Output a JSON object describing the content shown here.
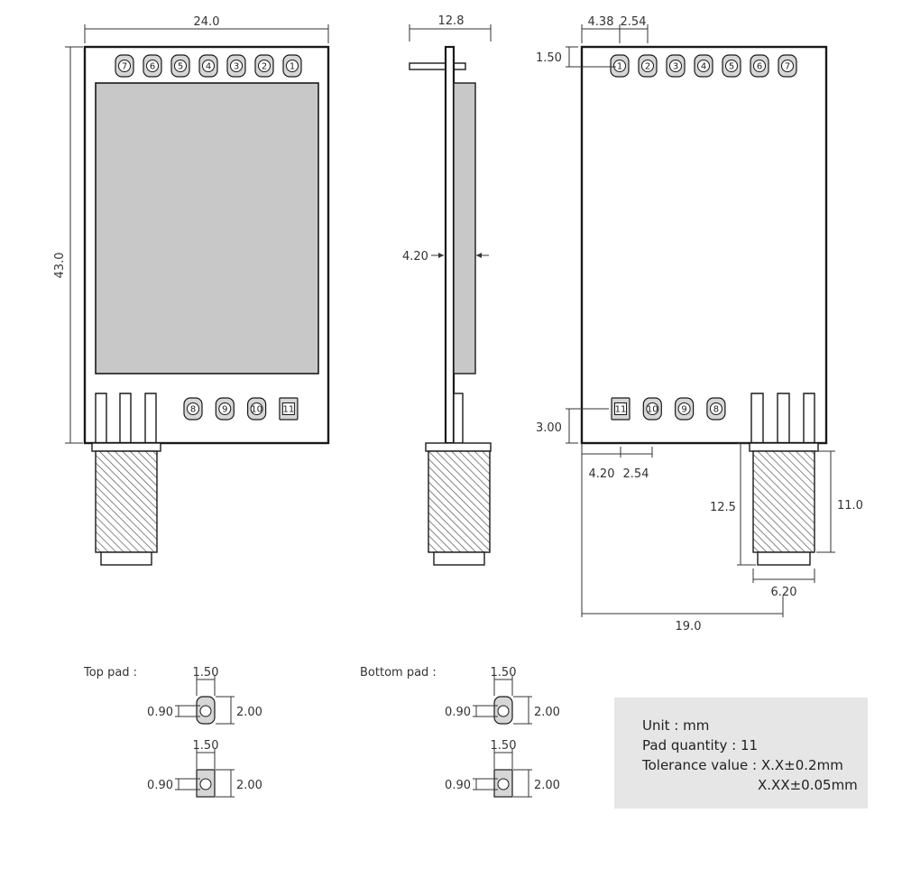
{
  "dimensions": {
    "top_width": "24.0",
    "top_height": "43.0",
    "side_width": "12.8",
    "side_thickness": "4.20",
    "bottom_pad_offset": "1.50",
    "bottom_first_pin": "4.38",
    "bottom_pin_pitch": "2.54",
    "bottom_row_height": "3.00",
    "bottom_row_offset": "4.20",
    "bottom_row_pitch": "2.54",
    "antenna_length": "12.5",
    "antenna_body": "11.0",
    "antenna_width": "6.20",
    "antenna_position": "19.0"
  },
  "top_row_pins": [
    "7",
    "6",
    "5",
    "4",
    "3",
    "2",
    "1"
  ],
  "top_lower_pins": [
    "8",
    "9",
    "10",
    "11"
  ],
  "bottom_row_pins": [
    "1",
    "2",
    "3",
    "4",
    "5",
    "6",
    "7"
  ],
  "bottom_lower_pins": [
    "11",
    "10",
    "9",
    "8"
  ],
  "pads": {
    "top_label": "Top pad :",
    "bottom_label": "Bottom pad :",
    "width": "1.50",
    "height": "2.00",
    "hole": "0.90"
  },
  "notes": {
    "unit": "Unit : mm",
    "pad_quantity": "Pad quantity : 11",
    "tolerance_1": "Tolerance value : X.X±0.2mm",
    "tolerance_2": "X.XX±0.05mm"
  },
  "colors": {
    "outline": "#1a1a1a",
    "shield": "#c8c8c8",
    "pad": "#d6d6d6",
    "note_bg": "#e6e6e6"
  }
}
